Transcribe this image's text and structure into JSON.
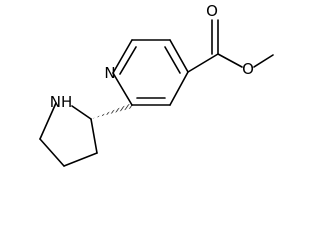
{
  "molecule": {
    "atoms": {
      "pyridine_n": "N",
      "pyrrolidine_nh": "NH",
      "carbonyl_o": "O",
      "ester_o": "O"
    },
    "colors": {
      "bond": "#000000",
      "background": "#ffffff"
    }
  }
}
